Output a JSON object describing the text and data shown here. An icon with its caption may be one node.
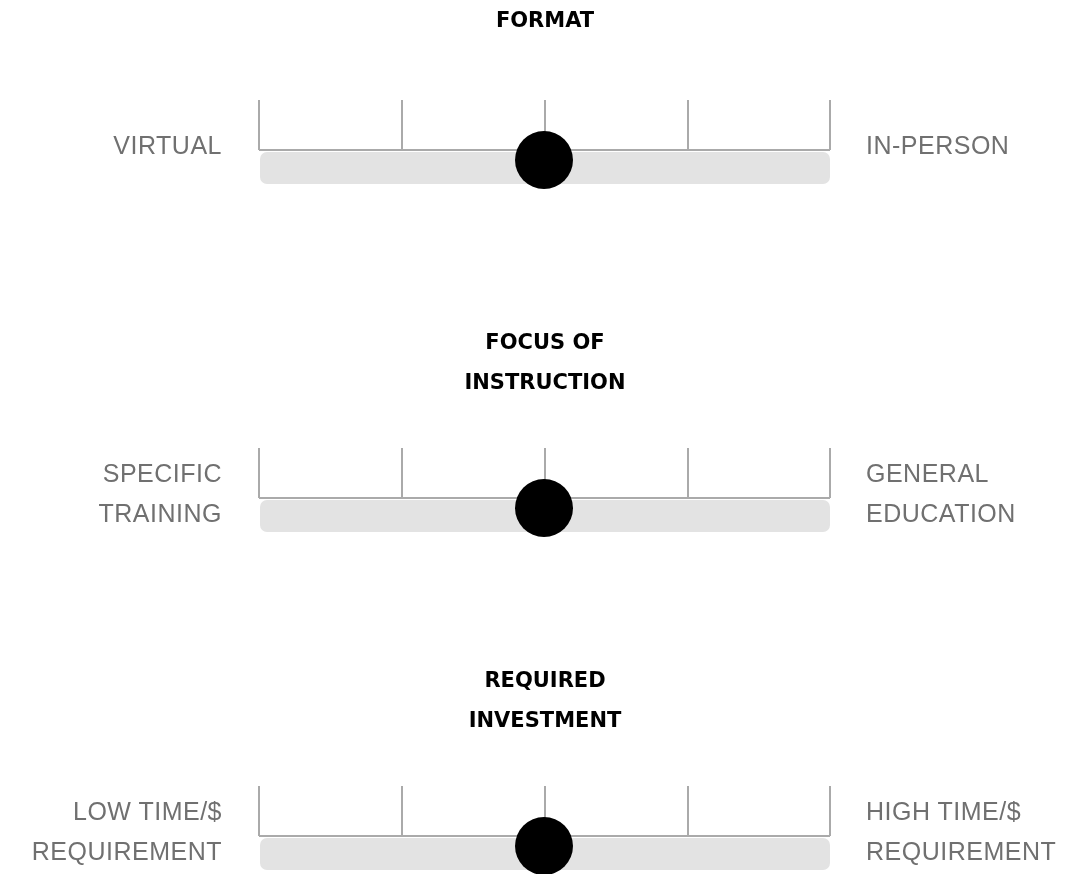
{
  "diagram": {
    "labels": [
      "FORMAT",
      "VIRTUAL",
      "IN-PERSON",
      "FOCUS OF INSTRUCTION",
      "SPECIFIC TRAINING",
      "GENERAL EDUCATION",
      "REQUIRED INVESTMENT",
      "LOW TIME/$ REQUIREMENT",
      "HIGH TIME/$ REQUIREMENT"
    ]
  }
}
